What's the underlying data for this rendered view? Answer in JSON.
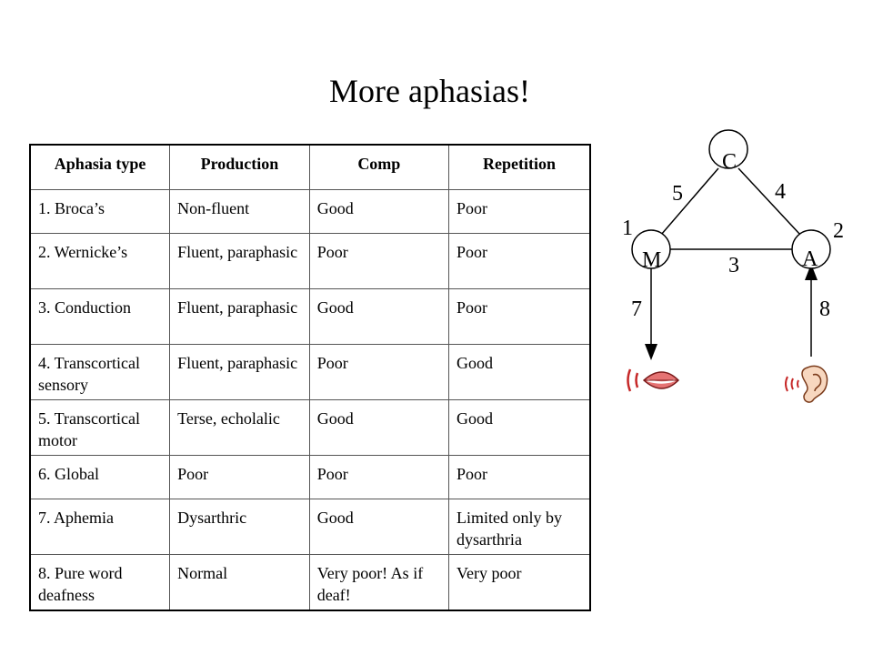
{
  "title": "More aphasias!",
  "table": {
    "headers": [
      "Aphasia type",
      "Production",
      "Comp",
      "Repetition"
    ],
    "rows": [
      [
        "1. Broca’s",
        "Non-fluent",
        "Good",
        "Poor"
      ],
      [
        "2. Wernicke’s",
        "Fluent, paraphasic",
        "Poor",
        "Poor"
      ],
      [
        "3. Conduction",
        "Fluent, paraphasic",
        "Good",
        "Poor"
      ],
      [
        "4. Transcortical sensory",
        "Fluent, paraphasic",
        "Poor",
        "Good"
      ],
      [
        "5. Transcortical motor",
        "Terse, echolalic",
        "Good",
        "Good"
      ],
      [
        "6. Global",
        "Poor",
        "Poor",
        "Poor"
      ],
      [
        "7. Aphemia",
        "Dysarthric",
        "Good",
        "Limited only by dysarthria"
      ],
      [
        "8. Pure word deafness",
        "Normal",
        "Very poor! As if deaf!",
        "Very poor"
      ]
    ]
  },
  "diagram": {
    "nodes": {
      "concept": "C",
      "motor": "M",
      "auditory": "A"
    },
    "paths": {
      "p1": "1",
      "p2": "2",
      "p3": "3",
      "p4": "4",
      "p5": "5",
      "p7": "7",
      "p8": "8"
    },
    "icons": {
      "output": "mouth-icon",
      "input": "ear-icon"
    }
  }
}
